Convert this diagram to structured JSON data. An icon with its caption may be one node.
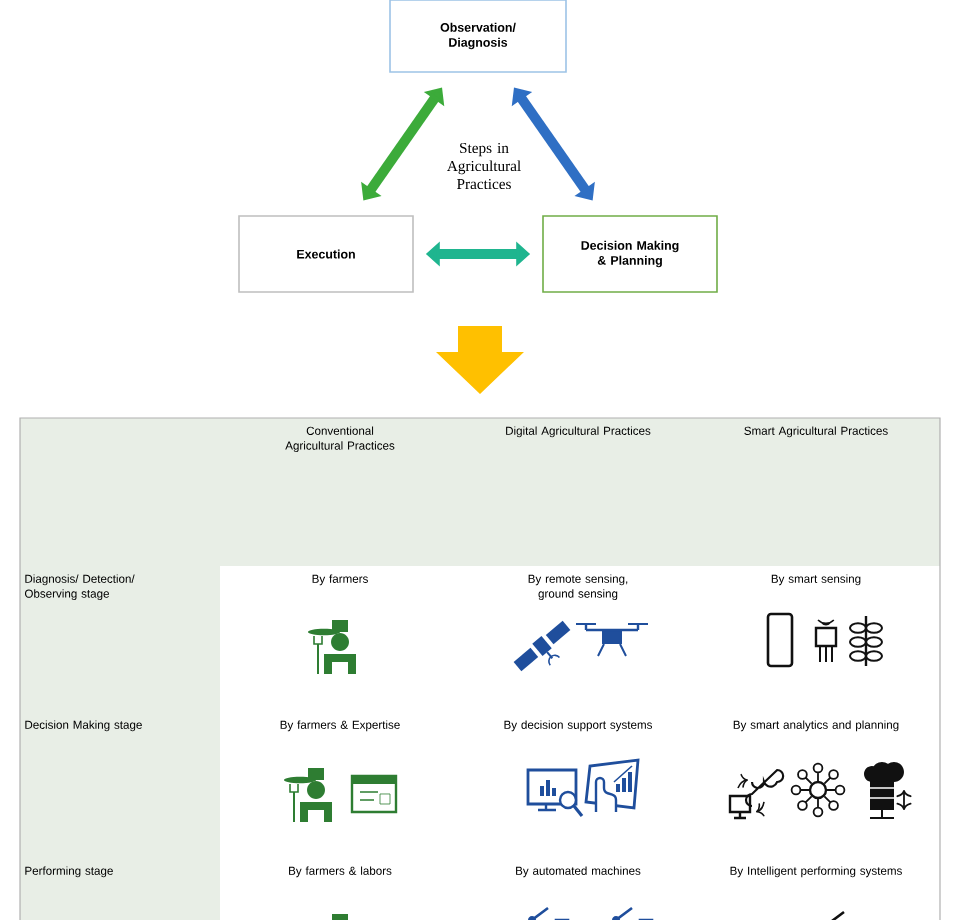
{
  "diagram": {
    "nodes": [
      {
        "text": [
          "Observation/ Diagnosis"
        ]
      },
      {
        "text": [
          "Execution"
        ]
      },
      {
        "text": [
          "Decision Making & Planning"
        ]
      }
    ],
    "edges": [
      {
        "from": 0,
        "to": 1,
        "arrow": "both",
        "color": "#3cab3a"
      },
      {
        "from": 0,
        "to": 2,
        "arrow": "both",
        "color": "#2f6fc4"
      },
      {
        "from": 1,
        "to": 2,
        "arrow": "both",
        "color": "#1fb58f"
      }
    ],
    "labels": [
      "Steps in Agricultural Practices",
      "Conventional Agricultural Practices",
      "Digital Agricultural Practices",
      "Smart Agricultural Practices",
      "Diagnosis/ Detection/ Observing stage",
      "By farmers",
      "By remote sensing, ground sensing",
      "By smart sensing",
      "Decision Making stage",
      "By farmers & Expertise",
      "By decision support systems",
      "By smart analytics and planning",
      "Performing stage",
      "By farmers & labors",
      "By automated machines",
      "By Intelligent performing systems"
    ]
  }
}
